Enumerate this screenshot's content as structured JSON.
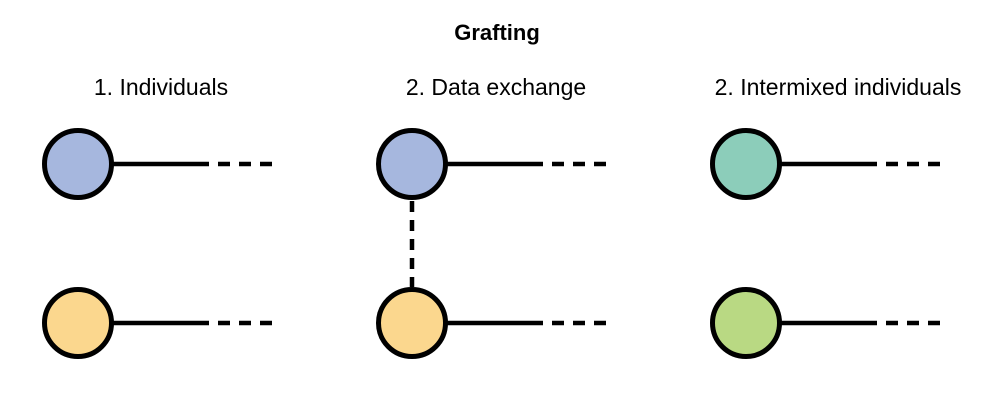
{
  "title": "Grafting",
  "columns": [
    {
      "label": "1. Individuals",
      "nodes": [
        {
          "name": "blue-individual",
          "color": "#a6b7de"
        },
        {
          "name": "orange-individual",
          "color": "#fbd78e"
        }
      ]
    },
    {
      "label": "2. Data exchange",
      "nodes": [
        {
          "name": "blue-individual",
          "color": "#a6b7de"
        },
        {
          "name": "orange-individual",
          "color": "#fbd78e"
        }
      ],
      "connector": "dashed-vertical-exchange-link"
    },
    {
      "label": "2. Intermixed individuals",
      "nodes": [
        {
          "name": "teal-intermixed-individual",
          "color": "#8ccdba"
        },
        {
          "name": "green-intermixed-individual",
          "color": "#b9d983"
        }
      ]
    }
  ],
  "line_color": "#000000"
}
